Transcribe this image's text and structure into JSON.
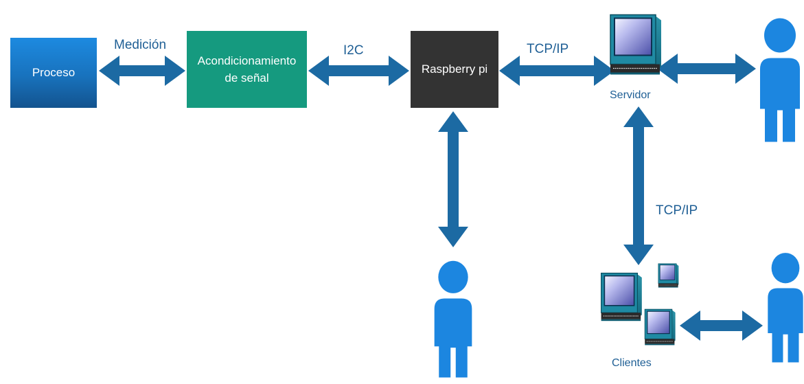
{
  "nodes": {
    "proceso": "Proceso",
    "acondicionamiento_line1": "Acondicionamiento",
    "acondicionamiento_line2": "de señal",
    "raspberry": "Raspberry pi",
    "servidor": "Servidor",
    "clientes": "Clientes"
  },
  "links": {
    "medicion": "Medición",
    "i2c": "I2C",
    "tcpip_top": "TCP/IP",
    "tcpip_side": "TCP/IP"
  },
  "colors": {
    "arrow": "#1c6aa3",
    "user": "#1c86e0",
    "proceso": "#1872bd",
    "acondicionamiento": "#159a7f",
    "raspberry": "#333333",
    "label_text": "#1f5f95"
  },
  "icons": {
    "server": "desktop-computer-icon",
    "clients": "desktop-computer-icon",
    "users": "person-icon"
  }
}
